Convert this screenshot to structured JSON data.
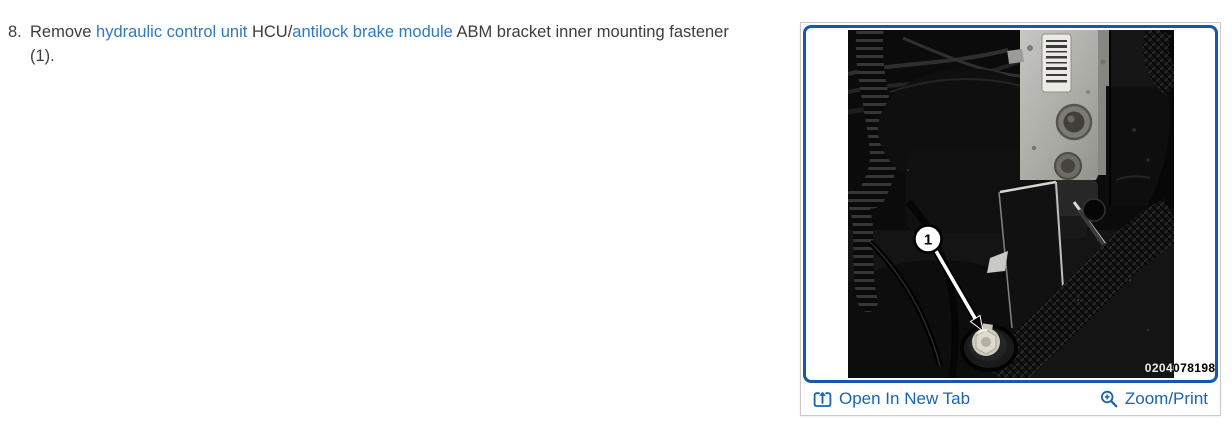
{
  "step": {
    "number": "8.",
    "text_before": "Remove ",
    "link_hcu": "hydraulic control unit",
    "text_mid": " HCU/",
    "link_abm": "antilock brake module",
    "text_after": " ABM bracket inner mounting fastener",
    "text_line2": "(1)."
  },
  "figure": {
    "callout_label": "1",
    "watermark": "0204078198",
    "description": "photo of HCU antilock brake module bracket inner mounting fastener"
  },
  "actions": {
    "open_in_new_tab_label": "Open In New Tab",
    "zoom_print_label": "Zoom/Print"
  },
  "colors": {
    "body_text": "#3d3d3d",
    "inline_link_blue": "#2d7ac0",
    "action_link_blue": "#1a64ad",
    "frame_border_blue": "#1459ae",
    "card_border_gray": "#c9c9c9"
  }
}
